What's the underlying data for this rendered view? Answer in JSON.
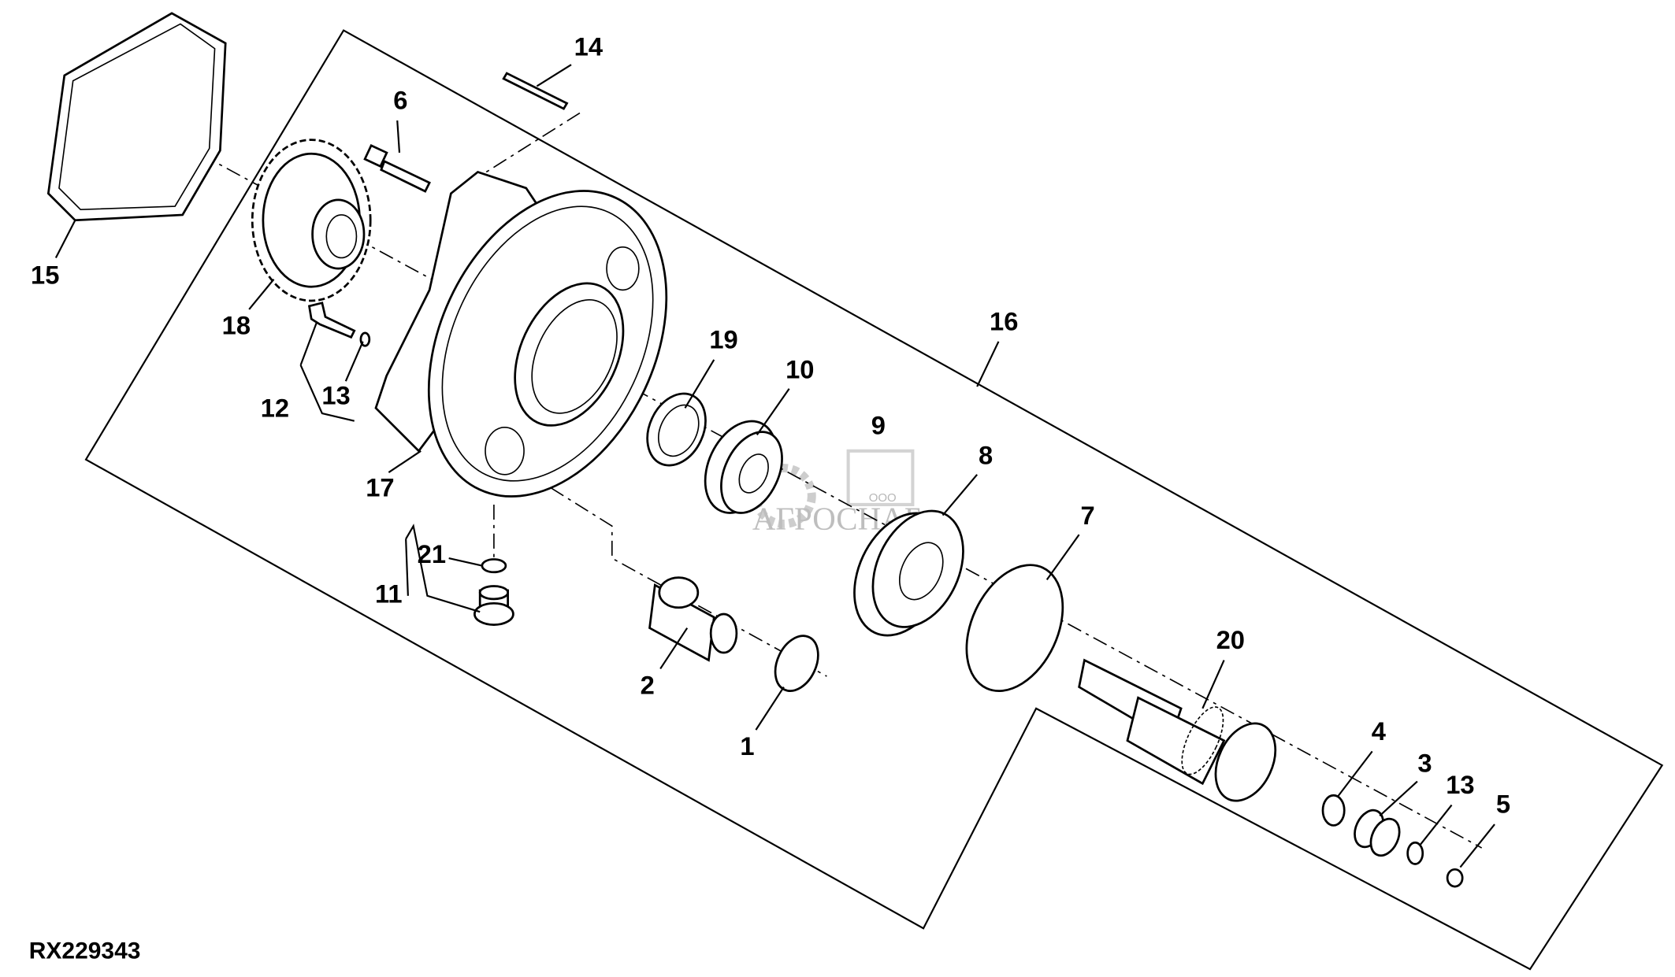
{
  "diagram": {
    "reference_code": "RX229343",
    "watermark": {
      "small": "ООО",
      "brand": "АГРОСНАБ"
    },
    "callouts": {
      "p14": "14",
      "p6": "6",
      "p15": "15",
      "p18": "18",
      "p12": "12",
      "p13a": "13",
      "p17": "17",
      "p16": "16",
      "p19": "19",
      "p10": "10",
      "p9": "9",
      "p8": "8",
      "p7": "7",
      "p21": "21",
      "p11": "11",
      "p2": "2",
      "p1": "1",
      "p20": "20",
      "p4": "4",
      "p3": "3",
      "p13b": "13",
      "p5": "5"
    }
  }
}
